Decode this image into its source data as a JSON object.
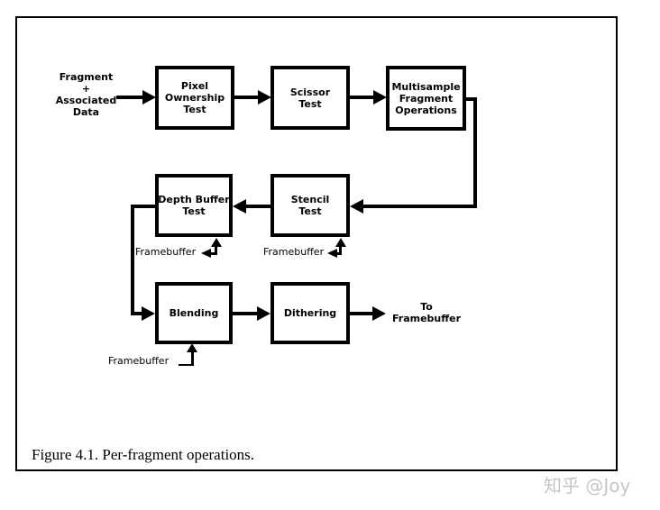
{
  "colors": {
    "ink": "#000000",
    "paper": "#ffffff",
    "watermark_gray": "#c6c6c6"
  },
  "diagram": {
    "source_label": "Fragment\n+\nAssociated\nData",
    "boxes": {
      "pixel_ownership": "Pixel\nOwnership\nTest",
      "scissor": "Scissor\nTest",
      "multisample": "Multisample\nFragment\nOperations",
      "depth_buffer": "Depth Buffer\nTest",
      "stencil": "Stencil\nTest",
      "blending": "Blending",
      "dithering": "Dithering"
    },
    "framebuffer_labels": {
      "depth": "Framebuffer",
      "stencil": "Framebuffer",
      "blending": "Framebuffer"
    },
    "sink_label": "To\nFramebuffer",
    "connections": [
      "Fragment + Associated Data -> Pixel Ownership Test",
      "Pixel Ownership Test -> Scissor Test",
      "Scissor Test -> Multisample Fragment Operations",
      "Multisample Fragment Operations -> Stencil Test",
      "Stencil Test -> Depth Buffer Test",
      "Depth Buffer Test -> Blending",
      "Blending -> Dithering",
      "Dithering -> To Framebuffer",
      "Depth Buffer Test <-> Framebuffer",
      "Stencil Test <-> Framebuffer",
      "Framebuffer -> Blending"
    ]
  },
  "caption": "Figure 4.1. Per-fragment operations.",
  "watermark": "知乎 @Joy"
}
